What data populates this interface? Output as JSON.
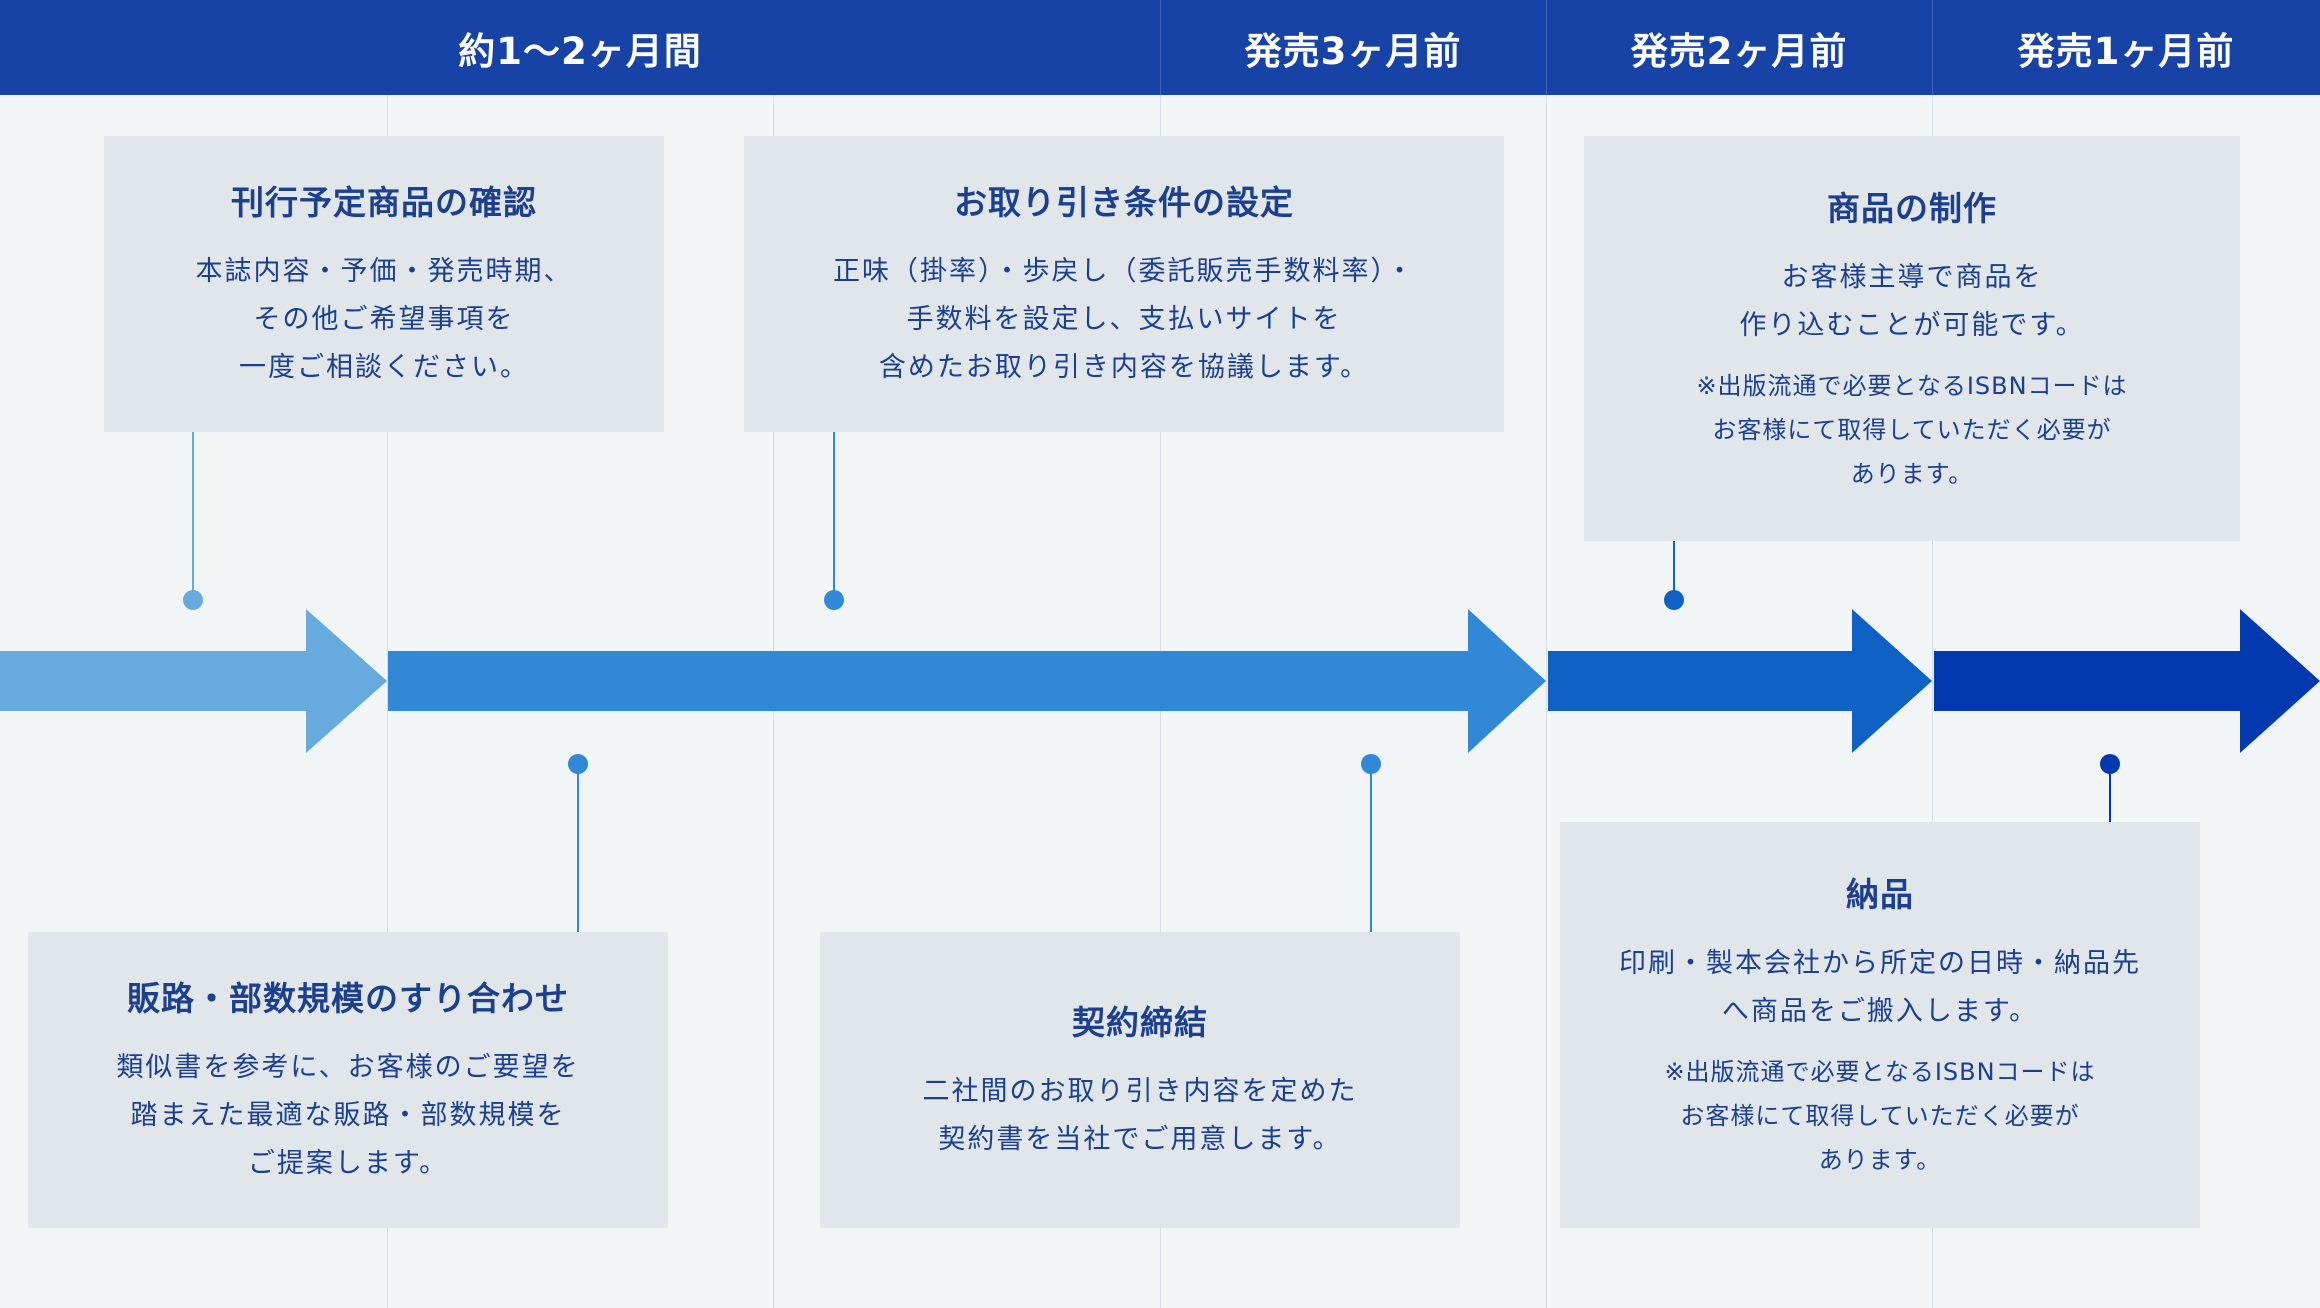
{
  "header": {
    "phases": [
      "約1〜2ヶ月間",
      "発売3ヶ月前",
      "発売2ヶ月前",
      "発売1ヶ月前"
    ]
  },
  "colors": {
    "header_bg": "#1643a5",
    "arrow_1": "#66aade",
    "arrow_2": "#3088d6",
    "arrow_3": "#0f61c4",
    "arrow_4": "#0339ae",
    "box_bg": "#e0e6ea",
    "text": "#1c3f8e"
  },
  "steps": [
    {
      "title": "刊行予定商品の確認",
      "lines": [
        "本誌内容・予価・発売時期、",
        "その他ご希望事項を",
        "一度ご相談ください。"
      ],
      "notes": []
    },
    {
      "title": "販路・部数規模のすり合わせ",
      "lines": [
        "類似書を参考に、お客様のご要望を",
        "踏まえた最適な販路・部数規模を",
        "ご提案します。"
      ],
      "notes": []
    },
    {
      "title": "お取り引き条件の設定",
      "lines": [
        "正味（掛率）・歩戻し（委託販売手数料率）・",
        "手数料を設定し、支払いサイトを",
        "含めたお取り引き内容を協議します。"
      ],
      "notes": []
    },
    {
      "title": "契約締結",
      "lines": [
        "二社間のお取り引き内容を定めた",
        "契約書を当社でご用意します。"
      ],
      "notes": []
    },
    {
      "title": "商品の制作",
      "lines": [
        "お客様主導で商品を",
        "作り込むことが可能です。"
      ],
      "notes": [
        "※出版流通で必要となるISBNコードは",
        "お客様にて取得していただく必要が",
        "あります。"
      ]
    },
    {
      "title": "納品",
      "lines": [
        "印刷・製本会社から所定の日時・納品先",
        "へ商品をご搬入します。"
      ],
      "notes": [
        "※出版流通で必要となるISBNコードは",
        "お客様にて取得していただく必要が",
        "あります。"
      ]
    }
  ]
}
